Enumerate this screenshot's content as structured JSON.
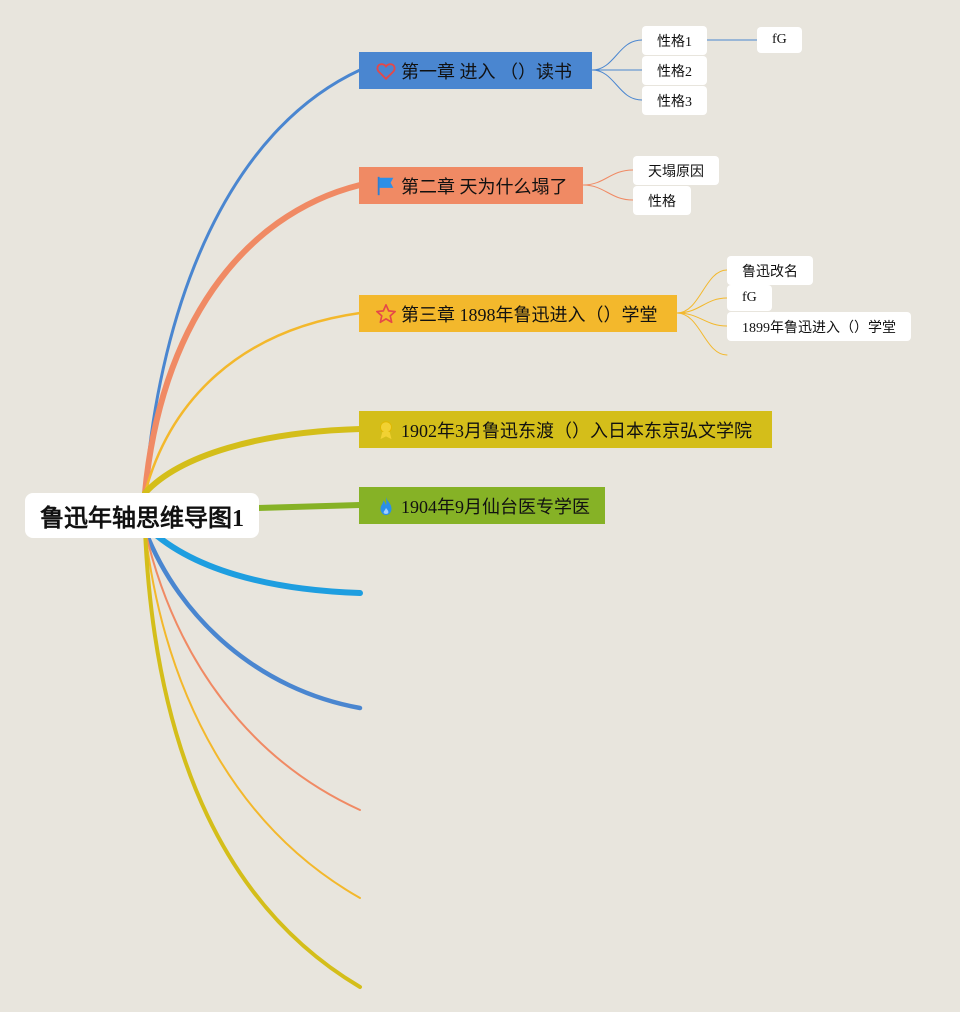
{
  "root": {
    "label": "鲁迅年轴思维导图1"
  },
  "topics": [
    {
      "label": "第一章 进入 （）读书",
      "icon": "heart-icon",
      "color": "#4a86d0"
    },
    {
      "label": "第二章 天为什么塌了",
      "icon": "flag-icon",
      "color": "#f08a64"
    },
    {
      "label": "第三章 1898年鲁迅进入（）学堂",
      "icon": "star-icon",
      "color": "#f3b82c"
    },
    {
      "label": "1902年3月鲁迅东渡（）入日本东京弘文学院",
      "icon": "medal-icon",
      "color": "#d4be1a"
    },
    {
      "label": "1904年9月仙台医专学医",
      "icon": "fire-icon",
      "color": "#86b226"
    }
  ],
  "subtopics": {
    "ch1": [
      "性格1",
      "性格2",
      "性格3"
    ],
    "ch1_child": "fG",
    "ch2": [
      "天塌原因",
      "性格"
    ],
    "ch3": [
      "鲁迅改名",
      "fG",
      "1899年鲁迅进入（）学堂"
    ]
  },
  "empty_branch_colors": [
    "#1e9ee0",
    "#4a86d0",
    "#f08a64",
    "#f3b82c",
    "#d4be1a"
  ]
}
